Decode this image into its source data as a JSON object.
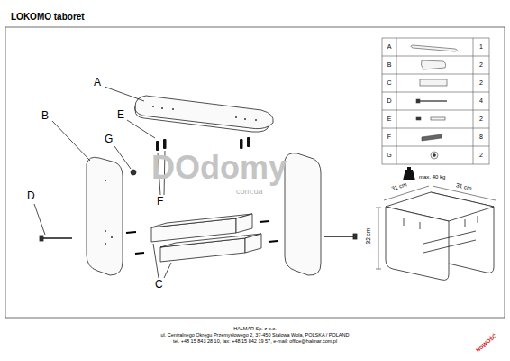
{
  "diagram": {
    "title": "LOKOMO taboret",
    "labels": [
      "A",
      "B",
      "C",
      "D",
      "E",
      "F",
      "G",
      "A",
      "1",
      "B",
      "2",
      "C",
      "2",
      "D",
      "4",
      "E",
      "2",
      "F",
      "8",
      "G",
      "2",
      "max. 40 kg",
      "31 cm",
      "31 cm",
      "32 cm",
      "DOdomy",
      "com.ua",
      "HALMAR Sp. z o.o.",
      "ul. Centralnego Okręgu Przemysłowego 2, 37-450 Stalowa Wola, POLSKA / POLAND",
      "tel. +48 15 843 28 10, fax: +48 15 842 19 57, e-mail: office@halmar.com.pl",
      "NOWOŚĆ"
    ]
  }
}
